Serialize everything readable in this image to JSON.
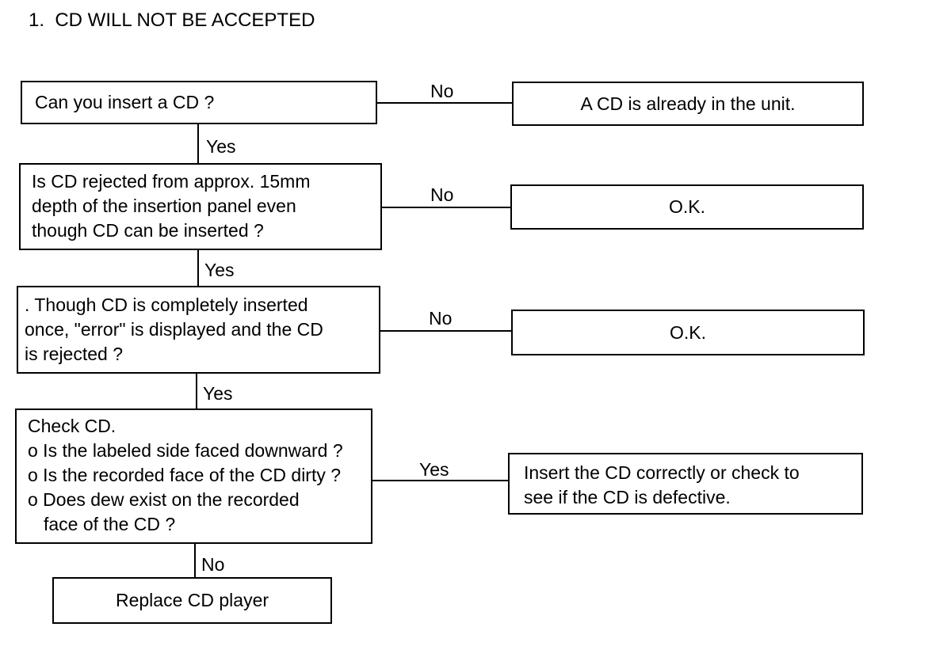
{
  "title": "1.  CD WILL NOT BE ACCEPTED",
  "q1": {
    "text": "Can you insert a CD ?",
    "no_label": "No",
    "no_result": "A CD is already in the unit.",
    "yes_label": "Yes"
  },
  "q2": {
    "lines": [
      "Is CD rejected from approx. 15mm",
      "depth of the insertion panel even",
      "though CD can be inserted ?"
    ],
    "no_label": "No",
    "no_result": "O.K.",
    "yes_label": "Yes"
  },
  "q3": {
    "lines": [
      ". Though CD is completely inserted",
      "once, \"error\" is displayed and the CD",
      "is rejected ?"
    ],
    "no_label": "No",
    "no_result": "O.K.",
    "yes_label": "Yes"
  },
  "q4": {
    "heading": "Check CD.",
    "items": [
      "o Is the labeled side faced downward ?",
      "o Is the recorded face of the CD dirty ?",
      "o Does dew exist on the recorded"
    ],
    "continuation": "face of the CD ?",
    "yes_label": "Yes",
    "yes_result_lines": [
      "Insert the CD correctly or check to",
      "see if the CD is defective."
    ],
    "no_label": "No"
  },
  "final": {
    "text": "Replace CD player"
  }
}
